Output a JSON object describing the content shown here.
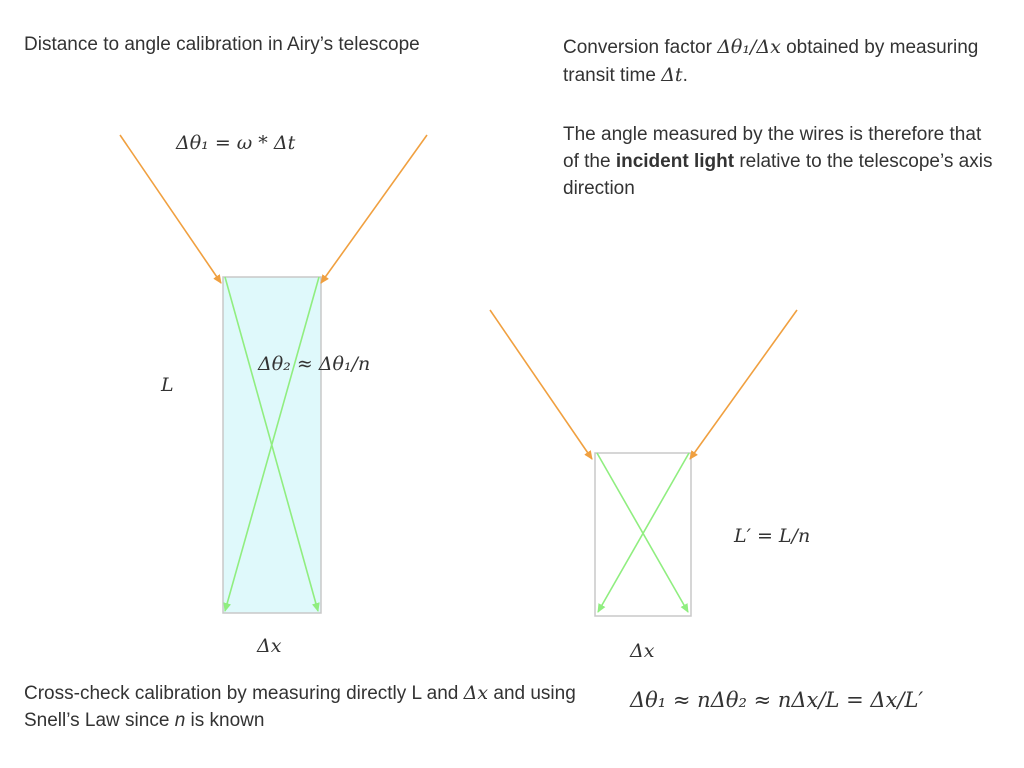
{
  "slide": {
    "title": "Distance to angle calibration in Airy’s telescope",
    "conversion": {
      "pre": "Conversion factor ",
      "factor": "Δθ₁/Δx",
      "mid": " obtained by measuring transit time ",
      "dt": "Δt",
      "post": "."
    },
    "angle_note": {
      "pre": "The angle measured by the wires is therefore that of the ",
      "bold": "incident light",
      "post": " relative to the telescope’s axis direction"
    },
    "crosscheck": {
      "pre": "Cross-check calibration by measuring directly L and ",
      "dx": "Δx",
      "mid": " and using Snell’s Law since ",
      "n": "n",
      "post": " is known"
    }
  },
  "equations": {
    "delta_theta1": "Δθ₁ = ω * Δt",
    "delta_theta2": "Δθ₂ ≈ Δθ₁/n",
    "L": "L",
    "dx_left": "Δx",
    "L_prime": "L′ = L/n",
    "dx_right": "Δx",
    "final": "Δθ₁ ≈ nΔθ₂ ≈ nΔx/L = Δx/L′"
  },
  "colors": {
    "incident_ray": "#f0a040",
    "internal_ray": "#90ee80",
    "water_fill": "#dff9fb",
    "box_border": "#c8c8c8",
    "text": "#333333"
  }
}
